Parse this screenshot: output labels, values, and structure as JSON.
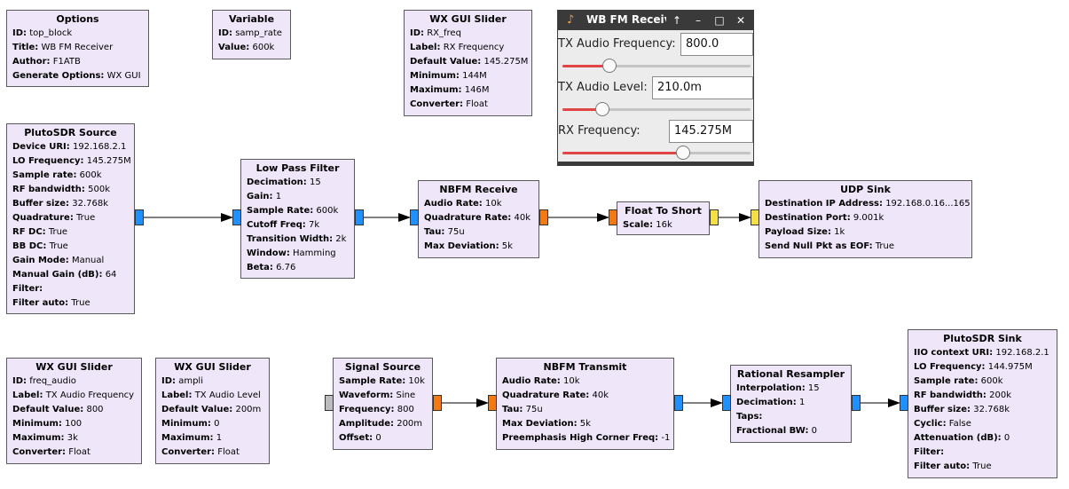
{
  "blocks": {
    "options": {
      "title": "Options",
      "rows": [
        [
          "ID:",
          "top_block"
        ],
        [
          "Title:",
          "WB FM Receiver"
        ],
        [
          "Author:",
          "F1ATB"
        ],
        [
          "Generate Options:",
          "WX GUI"
        ]
      ]
    },
    "variable": {
      "title": "Variable",
      "rows": [
        [
          "ID:",
          "samp_rate"
        ],
        [
          "Value:",
          "600k"
        ]
      ]
    },
    "rx_slider": {
      "title": "WX GUI Slider",
      "rows": [
        [
          "ID:",
          "RX_freq"
        ],
        [
          "Label:",
          "RX Frequency"
        ],
        [
          "Default Value:",
          "145.275M"
        ],
        [
          "Minimum:",
          "144M"
        ],
        [
          "Maximum:",
          "146M"
        ],
        [
          "Converter:",
          "Float"
        ]
      ]
    },
    "pluto_source": {
      "title": "PlutoSDR Source",
      "rows": [
        [
          "Device URI:",
          "192.168.2.1"
        ],
        [
          "LO Frequency:",
          "145.275M"
        ],
        [
          "Sample rate:",
          "600k"
        ],
        [
          "RF bandwidth:",
          "500k"
        ],
        [
          "Buffer size:",
          "32.768k"
        ],
        [
          "Quadrature:",
          "True"
        ],
        [
          "RF DC:",
          "True"
        ],
        [
          "BB DC:",
          "True"
        ],
        [
          "Gain Mode:",
          "Manual"
        ],
        [
          "Manual Gain (dB):",
          "64"
        ],
        [
          "Filter:",
          ""
        ],
        [
          "Filter auto:",
          "True"
        ]
      ]
    },
    "low_pass": {
      "title": "Low Pass Filter",
      "rows": [
        [
          "Decimation:",
          "15"
        ],
        [
          "Gain:",
          "1"
        ],
        [
          "Sample Rate:",
          "600k"
        ],
        [
          "Cutoff Freq:",
          "7k"
        ],
        [
          "Transition Width:",
          "2k"
        ],
        [
          "Window:",
          "Hamming"
        ],
        [
          "Beta:",
          "6.76"
        ]
      ]
    },
    "nbfm_rx": {
      "title": "NBFM Receive",
      "rows": [
        [
          "Audio Rate:",
          "10k"
        ],
        [
          "Quadrature Rate:",
          "40k"
        ],
        [
          "Tau:",
          "75u"
        ],
        [
          "Max Deviation:",
          "5k"
        ]
      ]
    },
    "float_short": {
      "title": "Float To Short",
      "rows": [
        [
          "Scale:",
          "16k"
        ]
      ]
    },
    "udp_sink": {
      "title": "UDP Sink",
      "rows": [
        [
          "Destination IP Address:",
          "192.168.0.16...165"
        ],
        [
          "Destination Port:",
          "9.001k"
        ],
        [
          "Payload Size:",
          "1k"
        ],
        [
          "Send Null Pkt as EOF:",
          "True"
        ]
      ]
    },
    "freq_slider": {
      "title": "WX GUI Slider",
      "rows": [
        [
          "ID:",
          "freq_audio"
        ],
        [
          "Label:",
          "TX Audio Frequency"
        ],
        [
          "Default Value:",
          "800"
        ],
        [
          "Minimum:",
          "100"
        ],
        [
          "Maximum:",
          "3k"
        ],
        [
          "Converter:",
          "Float"
        ]
      ]
    },
    "ampli_slider": {
      "title": "WX GUI Slider",
      "rows": [
        [
          "ID:",
          "ampli"
        ],
        [
          "Label:",
          "TX Audio Level"
        ],
        [
          "Default Value:",
          "200m"
        ],
        [
          "Minimum:",
          "0"
        ],
        [
          "Maximum:",
          "1"
        ],
        [
          "Converter:",
          "Float"
        ]
      ]
    },
    "sig_source": {
      "title": "Signal Source",
      "rows": [
        [
          "Sample Rate:",
          "10k"
        ],
        [
          "Waveform:",
          "Sine"
        ],
        [
          "Frequency:",
          "800"
        ],
        [
          "Amplitude:",
          "200m"
        ],
        [
          "Offset:",
          "0"
        ]
      ]
    },
    "nbfm_tx": {
      "title": "NBFM Transmit",
      "rows": [
        [
          "Audio Rate:",
          "10k"
        ],
        [
          "Quadrature Rate:",
          "40k"
        ],
        [
          "Tau:",
          "75u"
        ],
        [
          "Max Deviation:",
          "5k"
        ],
        [
          "Preemphasis High Corner Freq:",
          "-1"
        ]
      ]
    },
    "resampler": {
      "title": "Rational Resampler",
      "rows": [
        [
          "Interpolation:",
          "15"
        ],
        [
          "Decimation:",
          "1"
        ],
        [
          "Taps:",
          ""
        ],
        [
          "Fractional BW:",
          "0"
        ]
      ]
    },
    "pluto_sink": {
      "title": "PlutoSDR Sink",
      "rows": [
        [
          "IIO context URI:",
          "192.168.2.1"
        ],
        [
          "LO Frequency:",
          "144.975M"
        ],
        [
          "Sample rate:",
          "600k"
        ],
        [
          "RF bandwidth:",
          "200k"
        ],
        [
          "Buffer size:",
          "32.768k"
        ],
        [
          "Cyclic:",
          "False"
        ],
        [
          "Attenuation (dB):",
          "0"
        ],
        [
          "Filter:",
          ""
        ],
        [
          "Filter auto:",
          "True"
        ]
      ]
    }
  },
  "slider_window": {
    "title": "WB FM Receiv",
    "controls": [
      {
        "label": "TX Audio Frequency:",
        "value": "800.0",
        "position": 0.25
      },
      {
        "label": "TX Audio Level:",
        "value": "210.0m",
        "position": 0.21
      },
      {
        "label": "RX Frequency:",
        "value": "145.275M",
        "position": 0.64
      }
    ]
  },
  "colors": {
    "block_bg": "#efe6fa",
    "complex_port": "#1e90ff",
    "float_port": "#f47a10",
    "short_port": "#f5e042",
    "slider_fill": "#e04545"
  }
}
